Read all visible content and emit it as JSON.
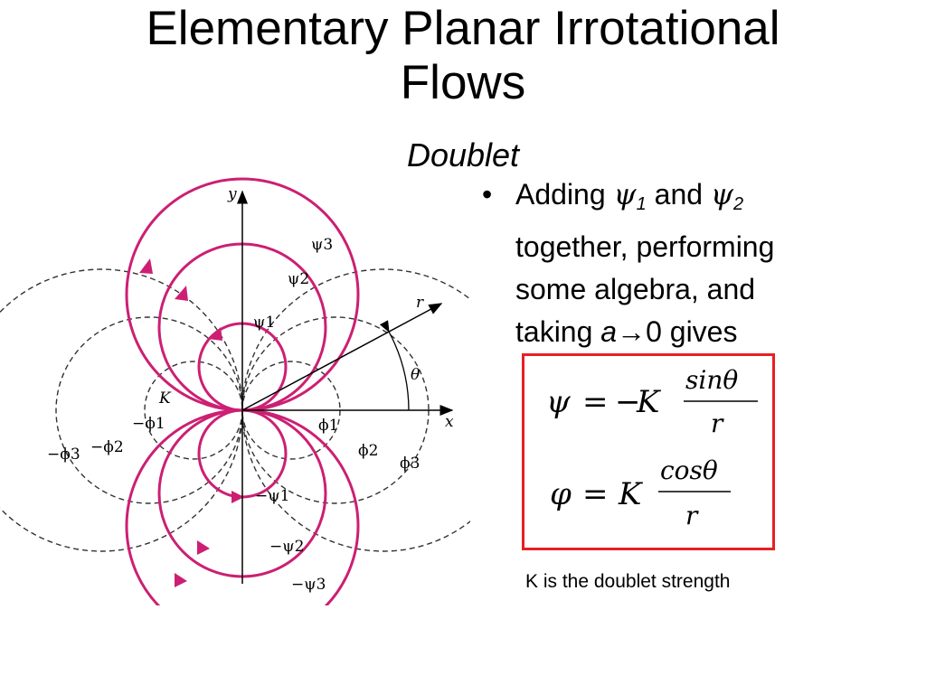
{
  "title": {
    "line1": "Elementary Planar Irrotational",
    "line2": "Flows",
    "subtitle": "Doublet"
  },
  "bullet": {
    "dot": "•",
    "adding": "Adding ",
    "psi": "ψ",
    "sub1": "1",
    "and": " and ",
    "sub2": "2",
    "line2": "together, performing",
    "line3": "some algebra, and",
    "taking": "taking ",
    "a": "a",
    "arrow": "→",
    "zero_gives": "0 gives"
  },
  "equations": {
    "eq1": {
      "lhs": "ψ",
      "eq": "=",
      "neg": "−",
      "K": "K",
      "num": "sinθ",
      "den": "r"
    },
    "eq2": {
      "lhs": "φ",
      "eq": "=",
      "K": "K",
      "num": "cosθ",
      "den": "r"
    }
  },
  "caption": "K is the doublet strength",
  "figure": {
    "labels": {
      "y": "y",
      "x": "x",
      "r": "r",
      "theta": "θ",
      "K": "K",
      "psi3": "ψ3",
      "psi2": "ψ2",
      "psi1": "ψ1",
      "neg_psi1": "−ψ1",
      "neg_psi2": "−ψ2",
      "neg_psi3": "−ψ3",
      "phi1": "ϕ1",
      "phi2": "ϕ2",
      "phi3": "ϕ3",
      "neg_phi1": "−ϕ1",
      "neg_phi2": "−ϕ2",
      "neg_phi3": "−ϕ3"
    },
    "colors": {
      "streamline": "#cc1f73",
      "potential": "#333333",
      "axis": "#000000"
    }
  }
}
